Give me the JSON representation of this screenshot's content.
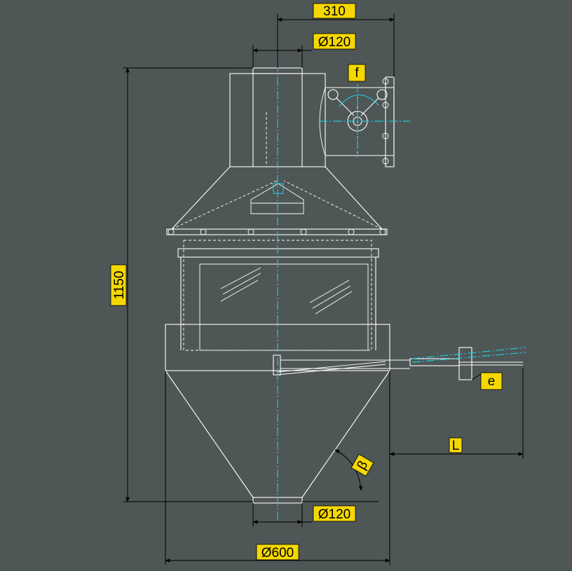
{
  "dimensions": {
    "width_310": "310",
    "top_diameter": "Ø120",
    "height_1150": "1150",
    "bottom_diameter": "Ø120",
    "body_diameter": "Ø600"
  },
  "labels": {
    "f": "f",
    "e": "e",
    "L": "L",
    "beta": "β"
  },
  "colors": {
    "background": "#4f5656",
    "outline": "#ffffff",
    "centerline": "#1ec8d8",
    "label_fill": "#f5d800",
    "dimension_line": "#000000"
  }
}
